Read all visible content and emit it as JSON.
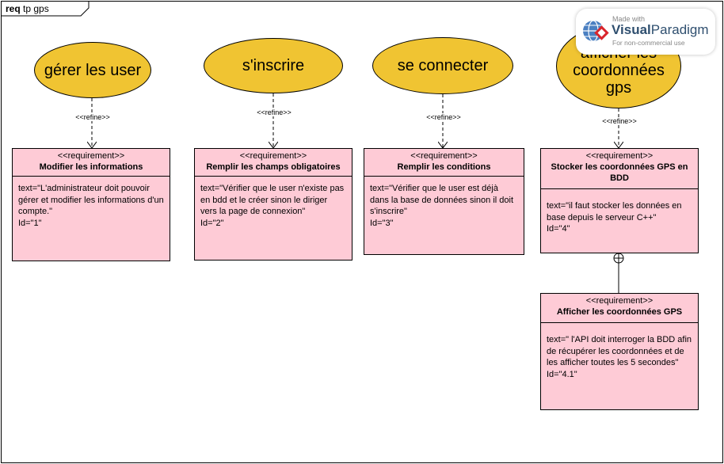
{
  "diagram": {
    "kind": "req",
    "name": "tp gps"
  },
  "use_cases": [
    {
      "id": "uc1",
      "label": "gérer les user"
    },
    {
      "id": "uc2",
      "label": "s'inscrire"
    },
    {
      "id": "uc3",
      "label": "se connecter"
    },
    {
      "id": "uc4",
      "label": "afficher les coordonnées gps"
    }
  ],
  "refine_label": "<<refine>>",
  "requirements": [
    {
      "stereotype": "<<requirement>>",
      "name": "Modifier les informations",
      "text": "text=\"L'administrateur doit pouvoir gérer et modifier les informations d'un compte.\"",
      "id": "Id=\"1\""
    },
    {
      "stereotype": "<<requirement>>",
      "name": "Remplir les champs obligatoires",
      "text": "text=\"Vérifier que le user n'existe pas en bdd et le créer sinon le diriger vers la page de connexion\"",
      "id": "Id=\"2\""
    },
    {
      "stereotype": "<<requirement>>",
      "name": "Remplir les conditions",
      "text": "text=\"Vérifier que le user est déjà dans la base de données sinon il doit s'inscrire\"",
      "id": "Id=\"3\""
    },
    {
      "stereotype": "<<requirement>>",
      "name": "Stocker les coordonnées GPS en BDD",
      "text": "text=\"il faut stocker les données en base depuis le serveur C++\"",
      "id": "Id=\"4\""
    },
    {
      "stereotype": "<<requirement>>",
      "name": "Afficher les coordonnées GPS",
      "text": "text=\" l'API doit interroger la BDD afin de récupérer les coordonnées et de les afficher toutes les 5 secondes\"",
      "id": "Id=\"4.1\""
    }
  ],
  "watermark": {
    "made_with": "Made with",
    "brand_bold": "Visual",
    "brand_rest": "Paradigm",
    "note": "For non-commercial use"
  },
  "colors": {
    "use_case_fill": "#f0c432",
    "requirement_fill": "#fecbd6"
  }
}
